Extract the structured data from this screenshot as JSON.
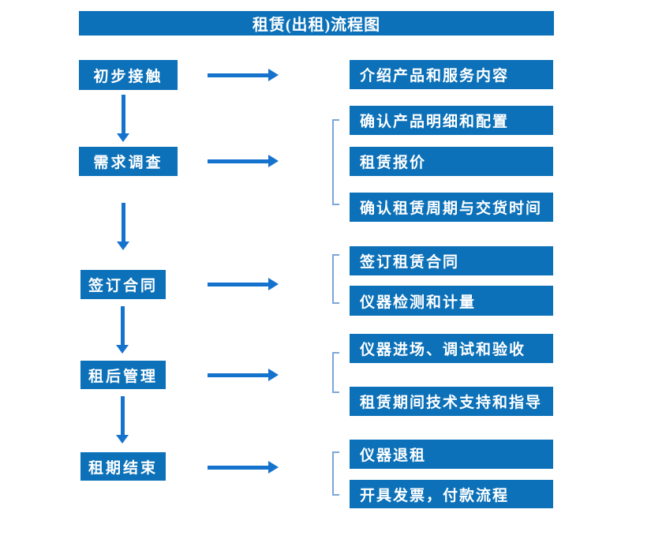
{
  "title": "租赁(出租)流程图",
  "colors": {
    "box": "#0C71B8",
    "arrow": "#1673CD",
    "bracket": "#7CA7D9",
    "text": "#FFFFFF",
    "background": "#FFFFFF"
  },
  "steps": [
    {
      "label": "初步接触",
      "details": [
        "介绍产品和服务内容"
      ]
    },
    {
      "label": "需求调查",
      "details": [
        "确认产品明细和配置",
        "租赁报价",
        "确认租赁周期与交货时间"
      ]
    },
    {
      "label": "签订合同",
      "details": [
        "签订租赁合同",
        "仪器检测和计量"
      ]
    },
    {
      "label": "租后管理",
      "details": [
        "仪器进场、调试和验收",
        "租赁期间技术支持和指导"
      ]
    },
    {
      "label": "租期结束",
      "details": [
        "仪器退租",
        "开具发票，付款流程"
      ]
    }
  ]
}
